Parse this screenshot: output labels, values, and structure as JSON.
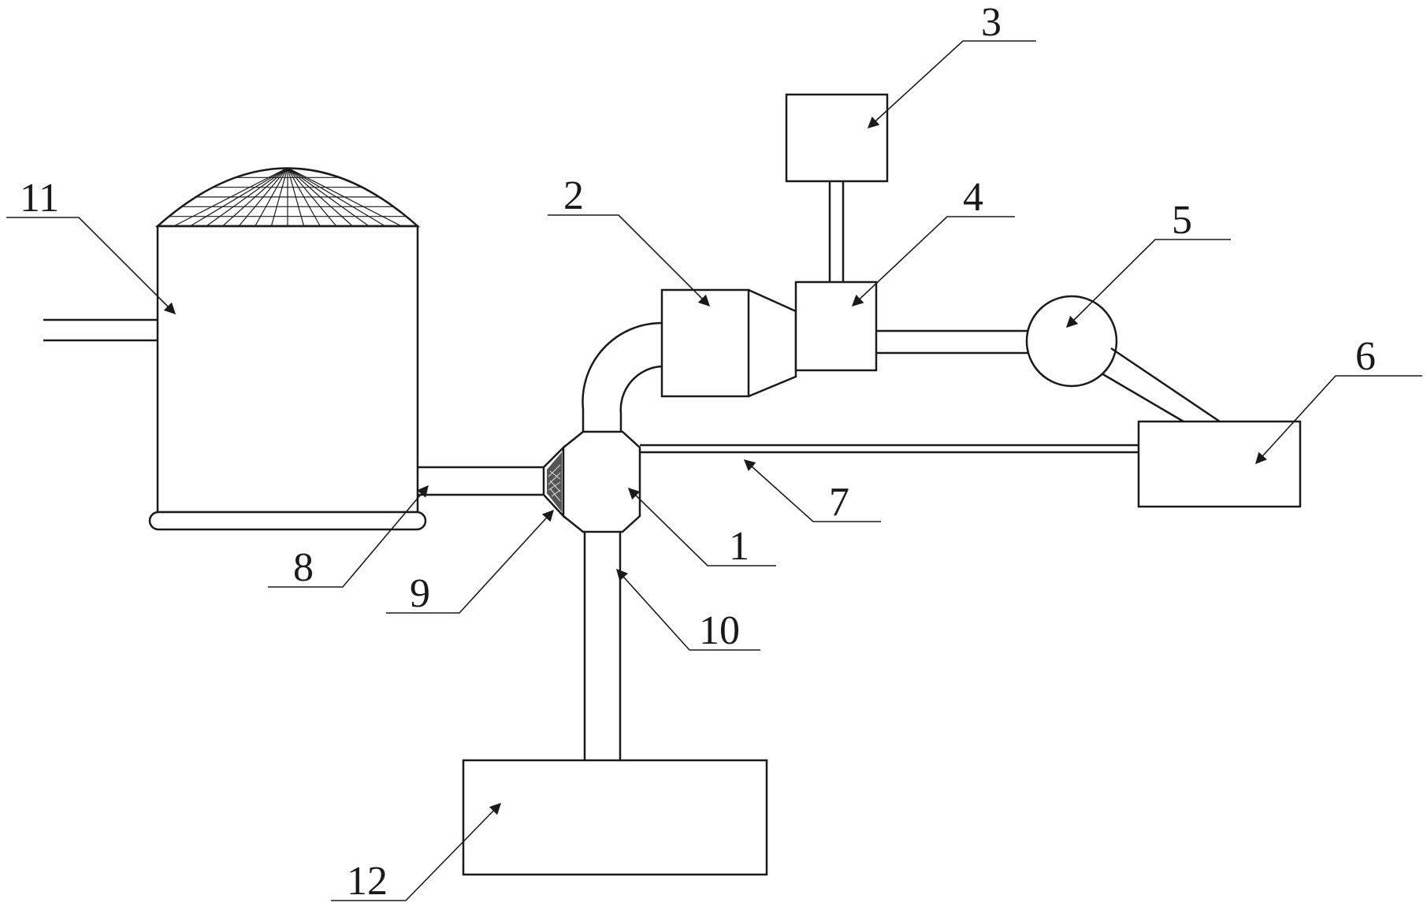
{
  "labels": {
    "l1": "1",
    "l2": "2",
    "l3": "3",
    "l4": "4",
    "l5": "5",
    "l6": "6",
    "l7": "7",
    "l8": "8",
    "l9": "9",
    "l10": "10",
    "l11": "11",
    "l12": "12"
  },
  "colors": {
    "line": "#1a1a1a",
    "background": "#ffffff"
  }
}
